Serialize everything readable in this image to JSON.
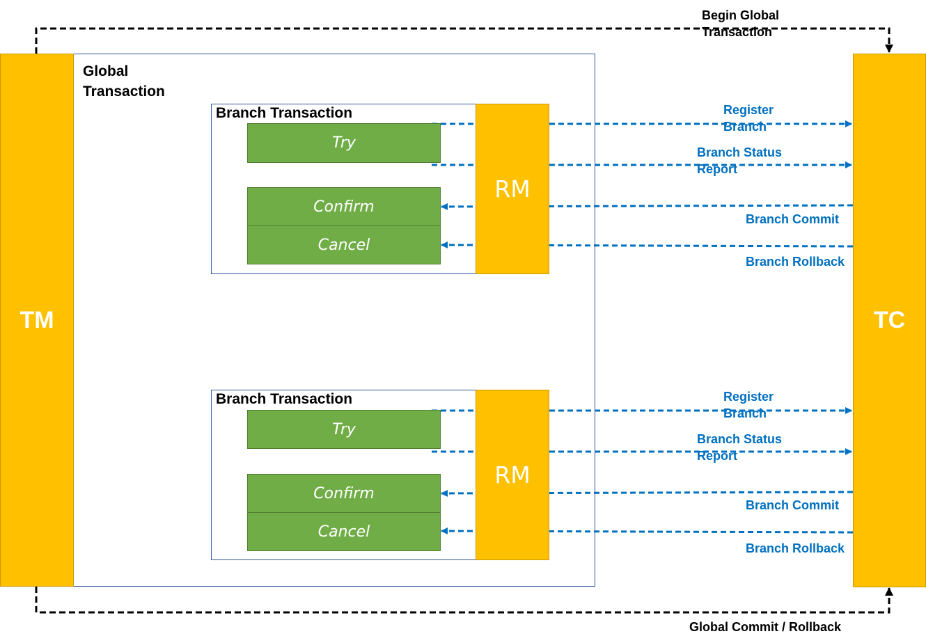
{
  "tm": {
    "label": "TM"
  },
  "tc": {
    "label": "TC"
  },
  "global_transaction": {
    "title_line1": "Global",
    "title_line2": "Transaction"
  },
  "top_flow": {
    "line1": "Begin Global",
    "line2": "Transaction"
  },
  "bottom_flow": {
    "label": "Global Commit / Rollback"
  },
  "branches": [
    {
      "title": "Branch Transaction",
      "rm": "RM",
      "try": "Try",
      "confirm": "Confirm",
      "cancel": "Cancel",
      "register": {
        "line1": "Register",
        "line2": "Branch"
      },
      "status": {
        "line1": "Branch Status",
        "line2": "Report"
      },
      "commit": "Branch Commit",
      "rollback": "Branch Rollback"
    },
    {
      "title": "Branch Transaction",
      "rm": "RM",
      "try": "Try",
      "confirm": "Confirm",
      "cancel": "Cancel",
      "register": {
        "line1": "Register",
        "line2": "Branch"
      },
      "status": {
        "line1": "Branch Status",
        "line2": "Report"
      },
      "commit": "Branch Commit",
      "rollback": "Branch Rollback"
    }
  ],
  "colors": {
    "pillar": "#FFC000",
    "task": "#70AD47",
    "frame": "#2F5597",
    "arrow_blue": "#0070C0",
    "arrow_black": "#000000"
  }
}
